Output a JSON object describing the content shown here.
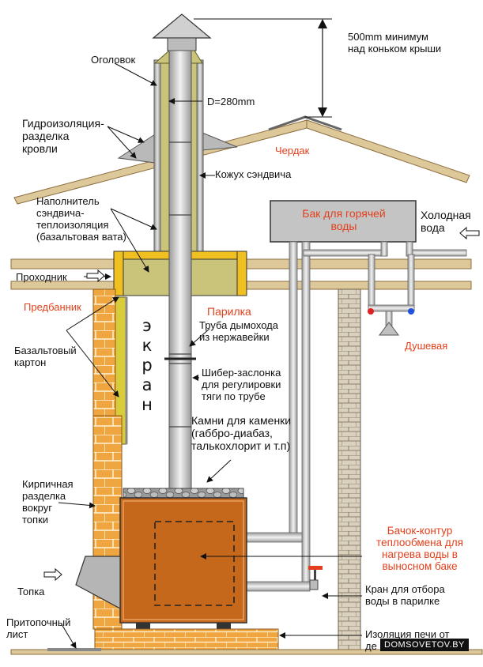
{
  "labels": {
    "oglovok": "Оголовок",
    "min_height": "500mm минимум\nнад коньком крыши",
    "diameter": "D=280mm",
    "roof_seal": "Гидроизоляция-\nразделка\nкровли",
    "attic": "Чердак",
    "casing": "Кожух сэндвича",
    "filler": "Наполнитель\nсэндвича-\nтеплоизоляция\n(базальтовая вата)",
    "hot_tank": "Бак для горячей\nводы",
    "cold_water": "Холодная\nвода",
    "passage": "Проходник",
    "anteroom": "Предбанник",
    "steam_room": "Парилка",
    "pipe": "Труба дымохода\nиз нержавейки",
    "shower": "Душевая",
    "basalt_card": "Базальтовый\nкартон",
    "screen": "э\nк\nр\nа\nн",
    "damper": "Шибер-заслонка\nдля регулировки\nтяги по трубе",
    "stones": "Камни для каменки\n(габбро-диабаз,\nталькохлорит и т.п)",
    "brick_lining": "Кирпичная\nразделка\nвокруг\nтопки",
    "heat_exchanger": "Бачок-контур\nтеплообмена для\nнагрева воды в\nвыносном баке",
    "firebox": "Топка",
    "faucet": "Кран для отбора\nводы в парилке",
    "pre_furnace": "Притопочный\nлист",
    "insulation": "Изоляция печи от\nде",
    "watermark": "DOMSOVETOV.BY"
  },
  "colors": {
    "steel": "#b7b7b7",
    "wool": "#c9c47a",
    "wood": "#ddc89a",
    "brick": "#f0a640",
    "stove": "#c5681c",
    "tank": "#c0c0c0",
    "accent_red": "#e2401c"
  }
}
